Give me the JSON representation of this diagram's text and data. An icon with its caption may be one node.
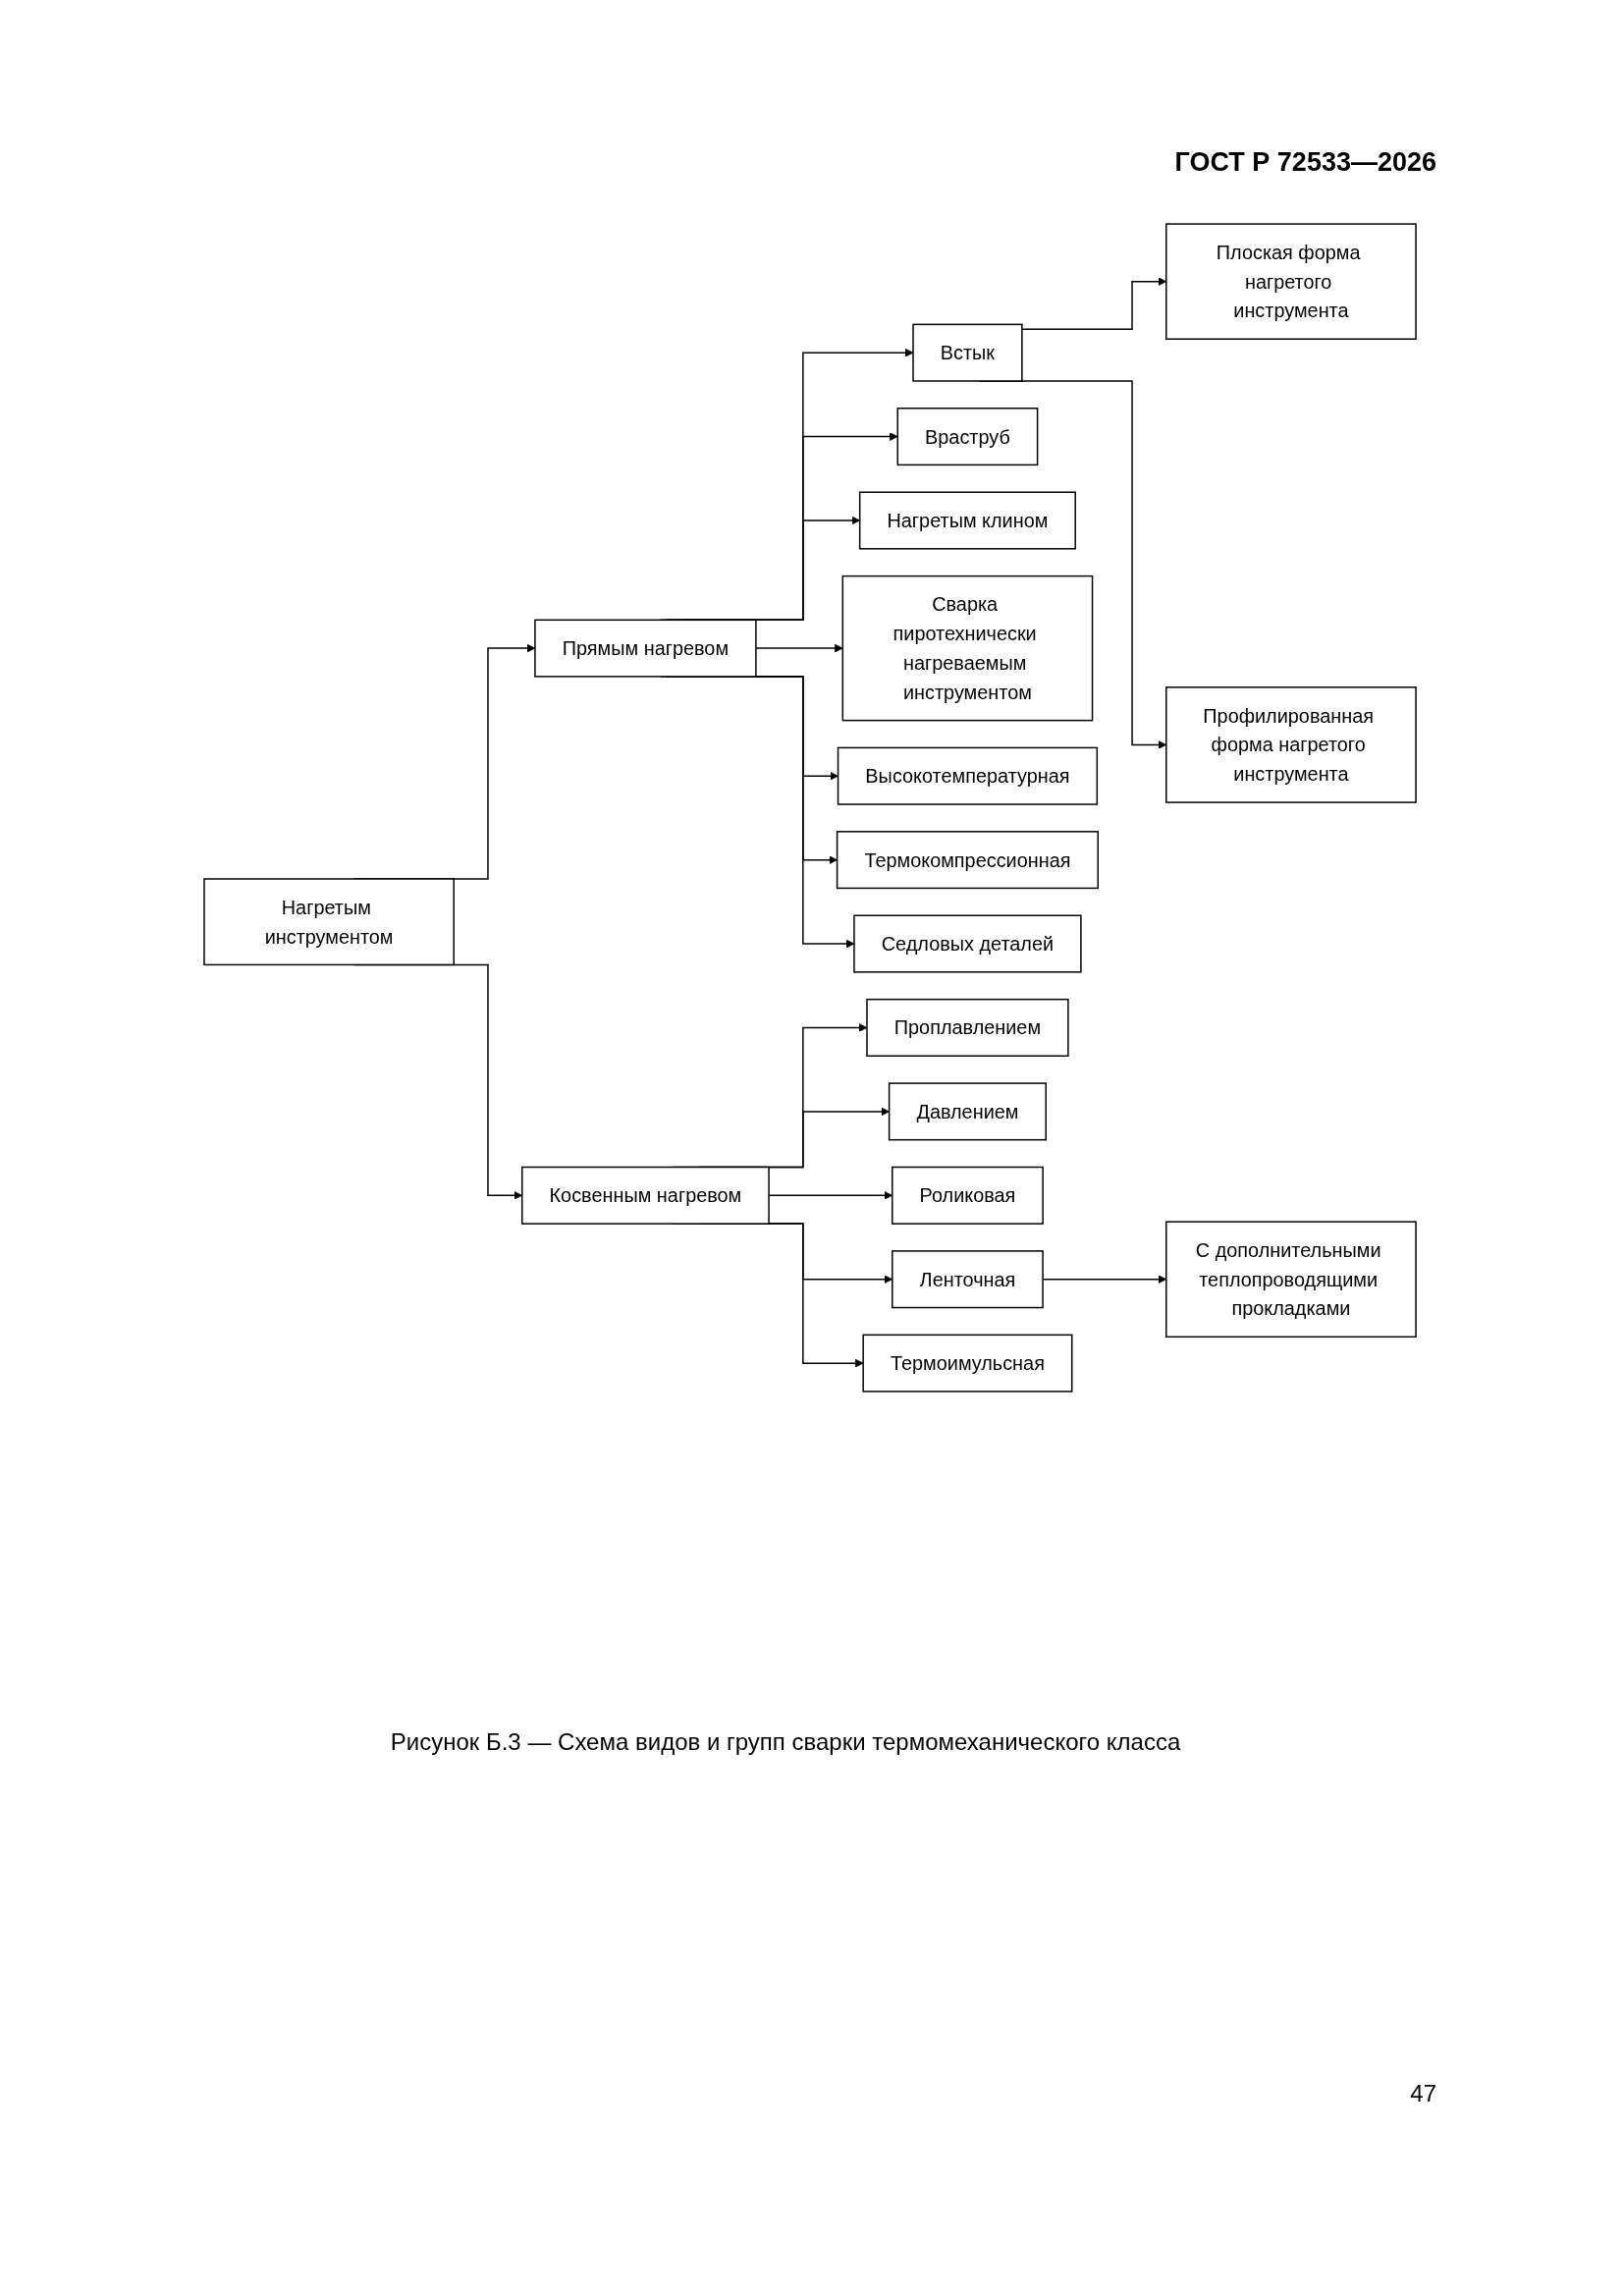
{
  "diagram": {
    "caption": "Рисунок Б.3 — Схема видов и групп сварки термомеханического класса",
    "nodes": [
      {
        "text": [
          "Нагретым инструментом"
        ]
      },
      {
        "text": [
          "Прямым нагревом"
        ]
      },
      {
        "text": [
          "Встык"
        ]
      },
      {
        "text": [
          "Плоская форма нагретого инструмента"
        ]
      },
      {
        "text": [
          "Профилированная форма нагретого инструмента"
        ]
      },
      {
        "text": [
          "Враструб"
        ]
      },
      {
        "text": [
          "Нагретым клином"
        ]
      },
      {
        "text": [
          "Сварка пиротехнически нагреваемым инструментом"
        ]
      },
      {
        "text": [
          "Высокотемпературная"
        ]
      },
      {
        "text": [
          "Термокомпрессионная"
        ]
      },
      {
        "text": [
          "Седловых деталей"
        ]
      },
      {
        "text": [
          "Косвенным нагревом"
        ]
      },
      {
        "text": [
          "Проплавлением"
        ]
      },
      {
        "text": [
          "Давлением"
        ]
      },
      {
        "text": [
          "Роликовая"
        ]
      },
      {
        "text": [
          "Ленточная"
        ]
      },
      {
        "text": [
          "С дополнительными теплопроводящими прокладками"
        ]
      },
      {
        "text": [
          "Термоимульсная"
        ]
      }
    ],
    "edges": [
      {
        "from": 0,
        "to": 1,
        "arrow": "to"
      },
      {
        "from": 1,
        "to": 2,
        "arrow": "to"
      },
      {
        "from": 2,
        "to": 3,
        "arrow": "to"
      },
      {
        "from": 2,
        "to": 4,
        "arrow": "to"
      },
      {
        "from": 1,
        "to": 5,
        "arrow": "to"
      },
      {
        "from": 1,
        "to": 6,
        "arrow": "to"
      },
      {
        "from": 1,
        "to": 7,
        "arrow": "to"
      },
      {
        "from": 1,
        "to": 8,
        "arrow": "to"
      },
      {
        "from": 1,
        "to": 9,
        "arrow": "to"
      },
      {
        "from": 1,
        "to": 10,
        "arrow": "to"
      },
      {
        "from": 0,
        "to": 11,
        "arrow": "to"
      },
      {
        "from": 11,
        "to": 12,
        "arrow": "to"
      },
      {
        "from": 11,
        "to": 13,
        "arrow": "to"
      },
      {
        "from": 11,
        "to": 14,
        "arrow": "to"
      },
      {
        "from": 11,
        "to": 15,
        "arrow": "to"
      },
      {
        "from": 15,
        "to": 16,
        "arrow": "to"
      },
      {
        "from": 11,
        "to": 17,
        "arrow": "to"
      }
    ],
    "labels": [
      "ГОСТ Р 72533—2026",
      "47"
    ]
  }
}
